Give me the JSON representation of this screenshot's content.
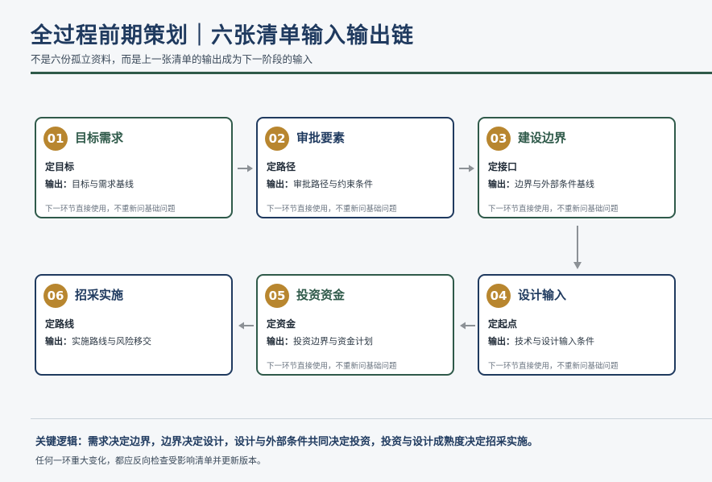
{
  "header": {
    "title": "全过程前期策划｜六张清单输入输出链",
    "subtitle": "不是六份孤立资料，而是上一张清单的输出成为下一阶段的输入"
  },
  "cards": [
    {
      "num": "01",
      "title": "目标需求",
      "label": "定目标",
      "output_prefix": "输出：",
      "output": "目标与需求基线",
      "note": "下一环节直接使用，不重新问基础问题"
    },
    {
      "num": "02",
      "title": "审批要素",
      "label": "定路径",
      "output_prefix": "输出：",
      "output": "审批路径与约束条件",
      "note": "下一环节直接使用，不重新问基础问题"
    },
    {
      "num": "03",
      "title": "建设边界",
      "label": "定接口",
      "output_prefix": "输出：",
      "output": "边界与外部条件基线",
      "note": "下一环节直接使用，不重新问基础问题"
    },
    {
      "num": "04",
      "title": "设计输入",
      "label": "定起点",
      "output_prefix": "输出：",
      "output": "技术与设计输入条件",
      "note": "下一环节直接使用，不重新问基础问题"
    },
    {
      "num": "05",
      "title": "投资资金",
      "label": "定资金",
      "output_prefix": "输出：",
      "output": "投资边界与资金计划",
      "note": "下一环节直接使用，不重新问基础问题"
    },
    {
      "num": "06",
      "title": "招采实施",
      "label": "定路线",
      "output_prefix": "输出：",
      "output": "实施路线与风险移交",
      "note": ""
    }
  ],
  "footer": {
    "main": "关键逻辑：需求决定边界，边界决定设计，设计与外部条件共同决定投资，投资与设计成熟度决定招采实施。",
    "sub": "任何一环重大变化，都应反向检查受影响清单并更新版本。"
  },
  "colors": {
    "navy": "#1f3a5f",
    "green": "#2f5a4a",
    "gold": "#b8862f",
    "arrow": "#8c9196"
  }
}
